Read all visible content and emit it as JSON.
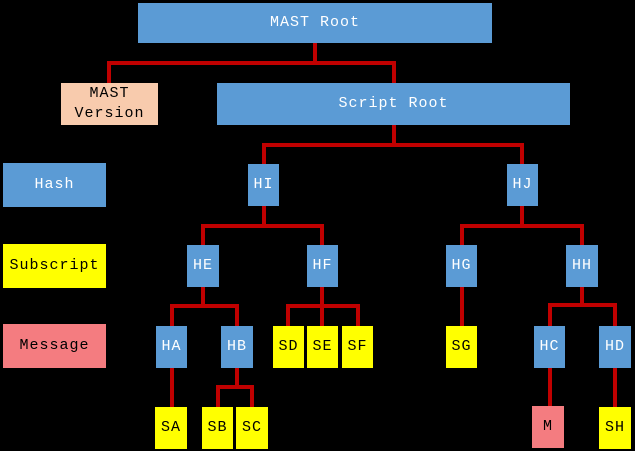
{
  "diagram_kind": "tree",
  "nodes": {
    "mast_root": {
      "label": "MAST Root",
      "kind": "hash"
    },
    "mast_version": {
      "label": "MAST Version",
      "kind": "version"
    },
    "script_root": {
      "label": "Script Root",
      "kind": "hash"
    },
    "hi": {
      "label": "HI",
      "kind": "hash"
    },
    "hj": {
      "label": "HJ",
      "kind": "hash"
    },
    "he": {
      "label": "HE",
      "kind": "hash"
    },
    "hf": {
      "label": "HF",
      "kind": "hash"
    },
    "hg": {
      "label": "HG",
      "kind": "hash"
    },
    "hh": {
      "label": "HH",
      "kind": "hash"
    },
    "ha": {
      "label": "HA",
      "kind": "hash"
    },
    "hb": {
      "label": "HB",
      "kind": "hash"
    },
    "hc": {
      "label": "HC",
      "kind": "hash"
    },
    "hd": {
      "label": "HD",
      "kind": "hash"
    },
    "sd": {
      "label": "SD",
      "kind": "subscript"
    },
    "se": {
      "label": "SE",
      "kind": "subscript"
    },
    "sf": {
      "label": "SF",
      "kind": "subscript"
    },
    "sg": {
      "label": "SG",
      "kind": "subscript"
    },
    "sa": {
      "label": "SA",
      "kind": "subscript"
    },
    "sb": {
      "label": "SB",
      "kind": "subscript"
    },
    "sc": {
      "label": "SC",
      "kind": "subscript"
    },
    "sh": {
      "label": "SH",
      "kind": "subscript"
    },
    "m": {
      "label": "M",
      "kind": "message"
    }
  },
  "legend": {
    "hash": "Hash",
    "subscript": "Subscript",
    "message": "Message"
  },
  "tree": {
    "MAST Root": [
      "MAST Version",
      "Script Root"
    ],
    "Script Root": [
      "HI",
      "HJ"
    ],
    "HI": [
      "HE",
      "HF"
    ],
    "HJ": [
      "HG",
      "HH"
    ],
    "HE": [
      "HA",
      "HB"
    ],
    "HF": [
      "SD",
      "SE",
      "SF"
    ],
    "HG": [
      "SG"
    ],
    "HH": [
      "HC",
      "HD"
    ],
    "HA": [
      "SA"
    ],
    "HB": [
      "SB",
      "SC"
    ],
    "HC": [
      "M"
    ],
    "HD": [
      "SH"
    ]
  },
  "colors": {
    "background": "#000000",
    "hash_blue": "#5b9bd5",
    "subscript_yellow": "#ffff00",
    "version_peach": "#f8cbad",
    "message_salmon": "#f47c80",
    "connector_red": "#c00000",
    "text_on_blue": "#ffffff",
    "text_dark": "#000000"
  }
}
